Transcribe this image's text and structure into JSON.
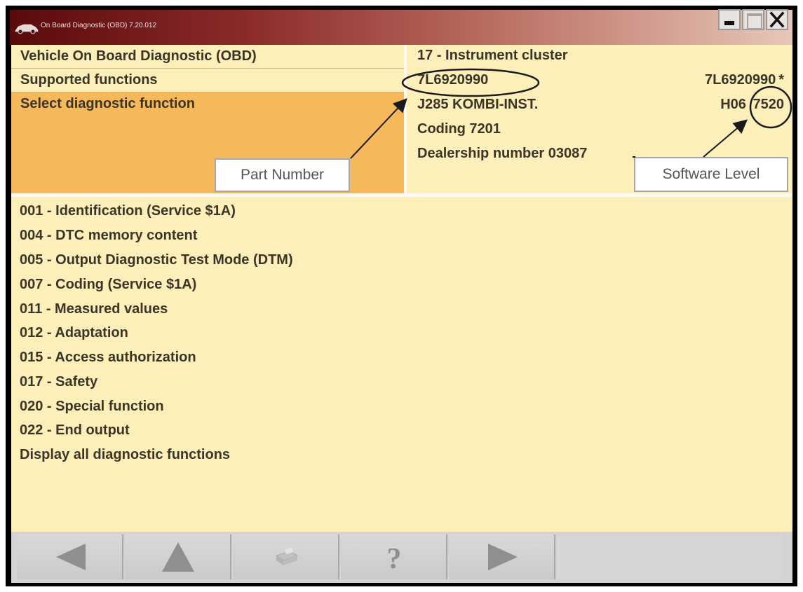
{
  "window": {
    "title": "On Board Diagnostic (OBD) 7.20.012",
    "minimize_icon": "minimize-icon",
    "maximize_icon": "maximize-icon",
    "close_label": "X"
  },
  "header_left": {
    "rows": [
      "Vehicle On Board Diagnostic (OBD)",
      "Supported functions",
      "Select diagnostic function"
    ]
  },
  "header_right": {
    "module": "17 - Instrument cluster",
    "part_number": "7L6920990",
    "part_number_right": "7L6920990",
    "part_number_right_suffix": "*",
    "component": "J285 KOMBI-INST.",
    "hw_prefix": "H06",
    "software_level": "7520",
    "coding": "Coding 7201",
    "dealership": "Dealership number 03087"
  },
  "callouts": {
    "part_number": "Part Number",
    "software_level": "Software Level"
  },
  "functions": [
    "001 - Identification (Service $1A)",
    "004 - DTC memory content",
    "005 - Output Diagnostic Test Mode (DTM)",
    "007 - Coding (Service $1A)",
    "011 - Measured values",
    "012 - Adaptation",
    "015 - Access authorization",
    "017 - Safety",
    "020 - Special function",
    "022 - End output",
    "Display all diagnostic functions"
  ],
  "toolbar": {
    "buttons": [
      {
        "icon": "arrow-left-icon"
      },
      {
        "icon": "arrow-up-icon"
      },
      {
        "icon": "print-icon"
      },
      {
        "icon": "help-icon",
        "label": "?"
      },
      {
        "icon": "arrow-right-icon"
      }
    ]
  },
  "colors": {
    "background": "#fcefb9",
    "selected": "#f5b85a",
    "text": "#3a3526",
    "toolbar": "#d3d3d3",
    "titlebar_dark": "#5b0a0c"
  }
}
